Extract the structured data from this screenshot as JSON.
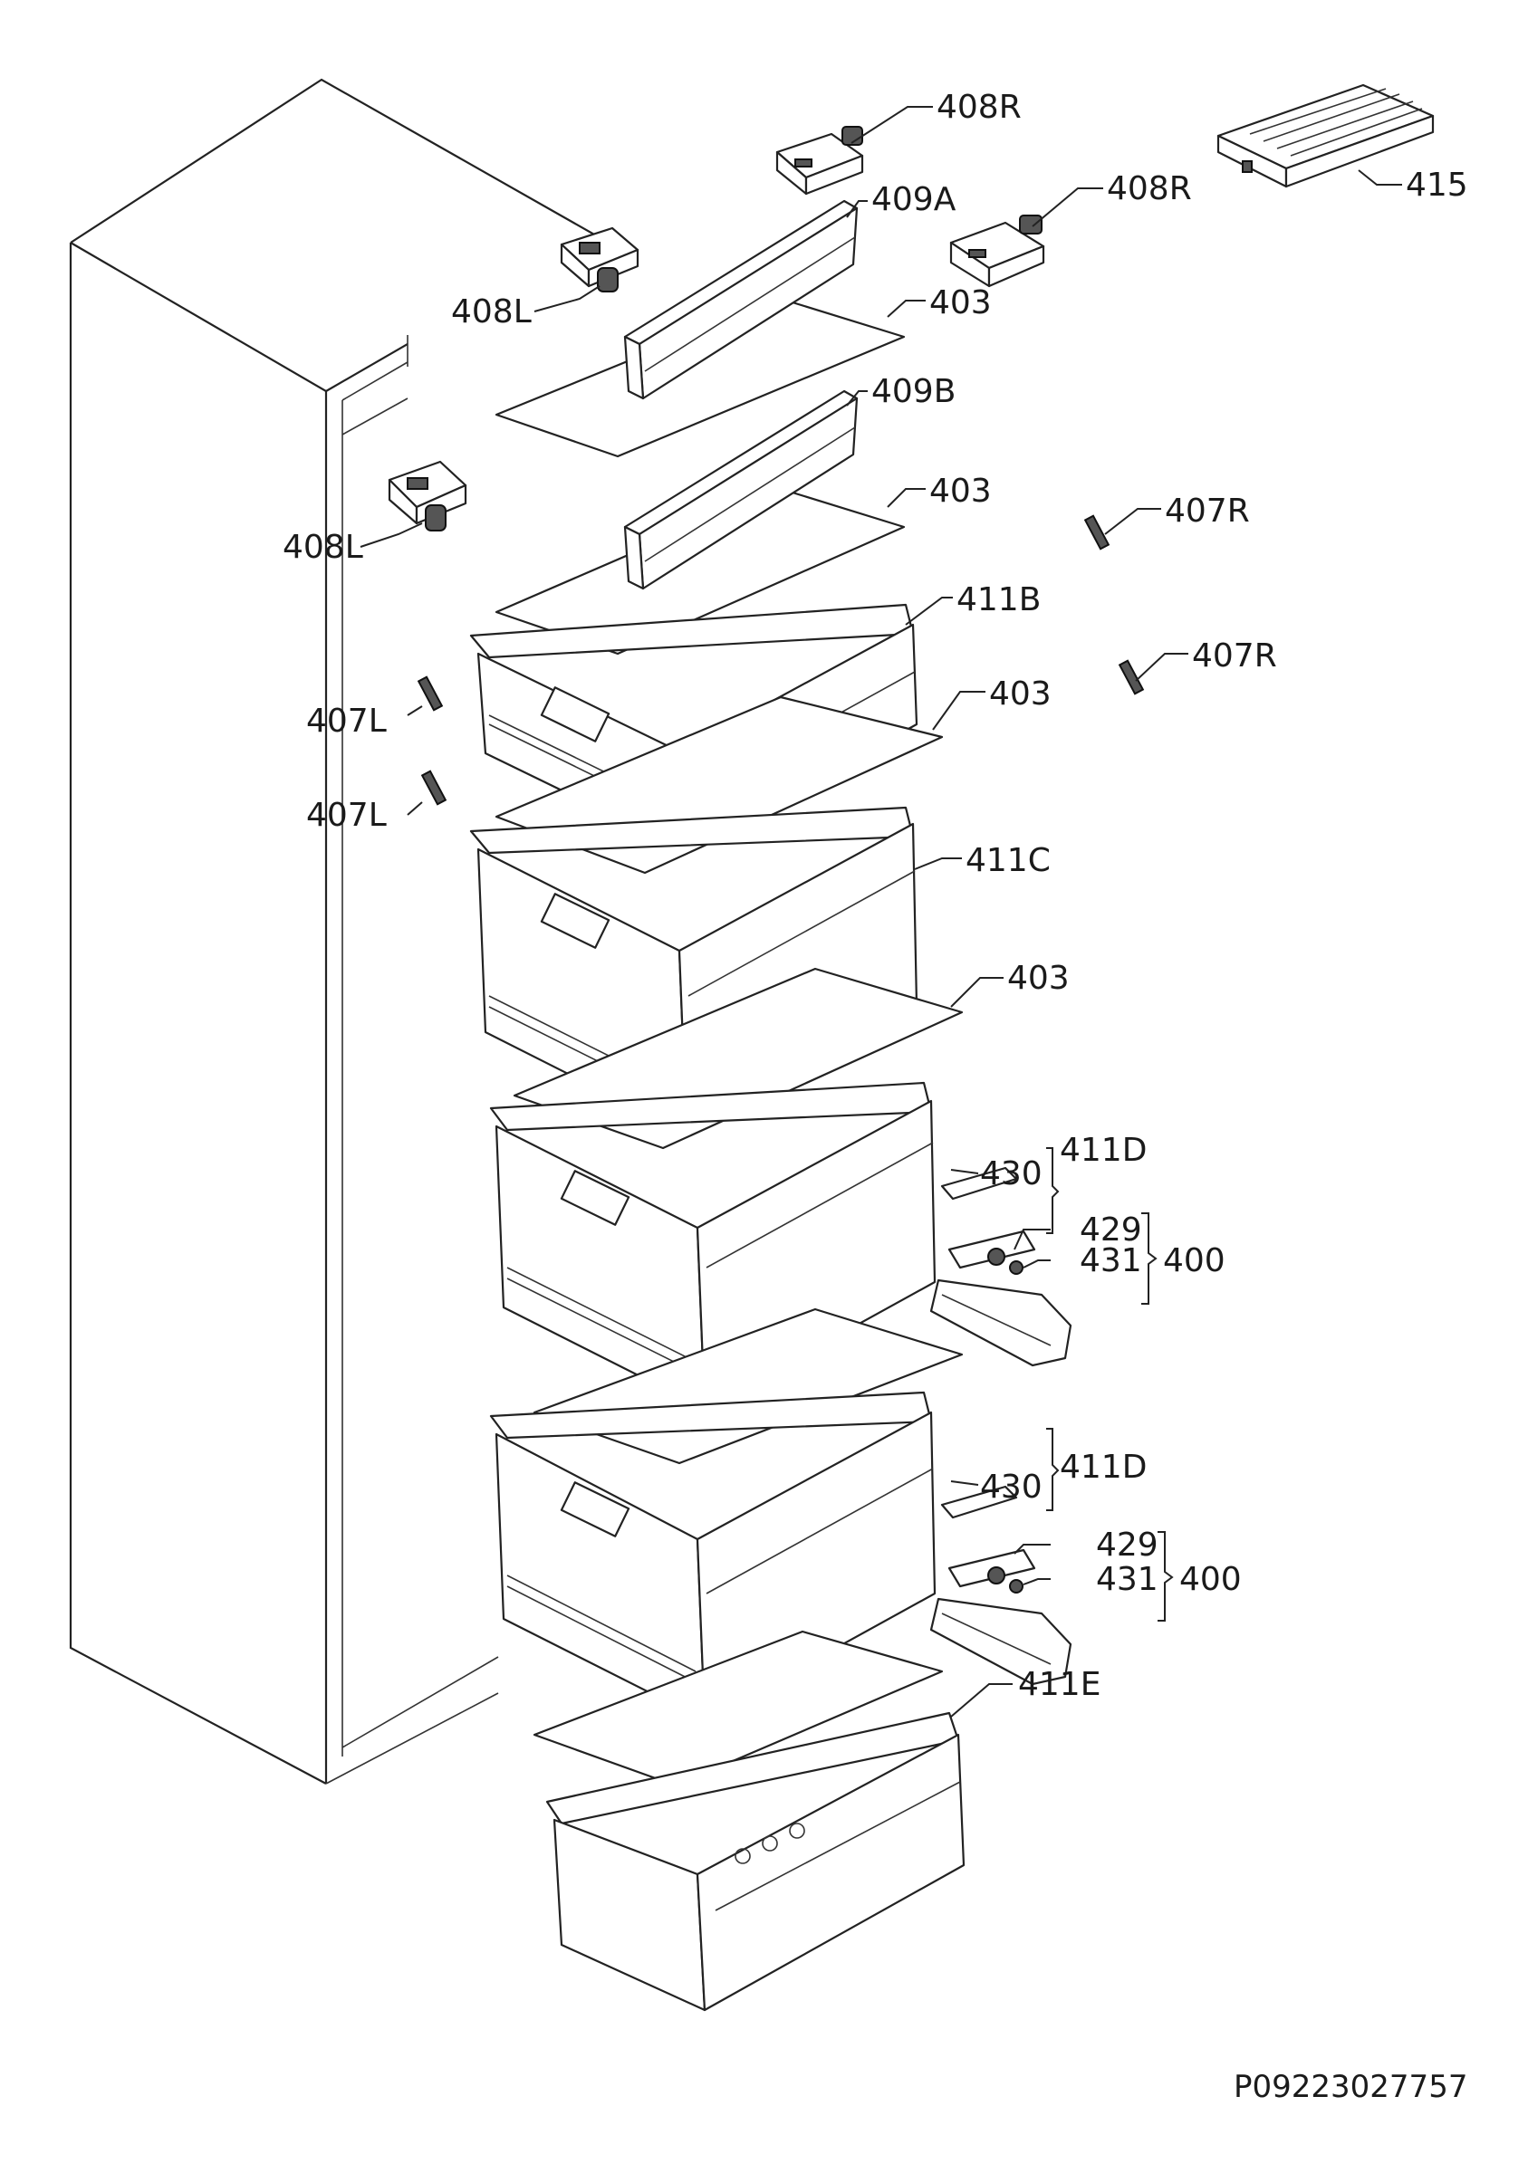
{
  "labels": {
    "l408R_top": "408R",
    "l408R_mid": "408R",
    "l415": "415",
    "l409A": "409A",
    "l408L_top": "408L",
    "l403_a": "403",
    "l409B": "409B",
    "l403_b": "403",
    "l407R_a": "407R",
    "l408L_bot": "408L",
    "l411B": "411B",
    "l407R_b": "407R",
    "l403_c": "403",
    "l407L_a": "407L",
    "l407L_b": "407L",
    "l411C": "411C",
    "l403_d": "403",
    "l411D_a": "411D",
    "l430_a": "430",
    "l429_a": "429",
    "l431_a": "431",
    "l400_a": "400",
    "l411D_b": "411D",
    "l430_b": "430",
    "l429_b": "429",
    "l431_b": "431",
    "l400_b": "400",
    "l411E": "411E"
  },
  "drawing_code": "P09223027757"
}
